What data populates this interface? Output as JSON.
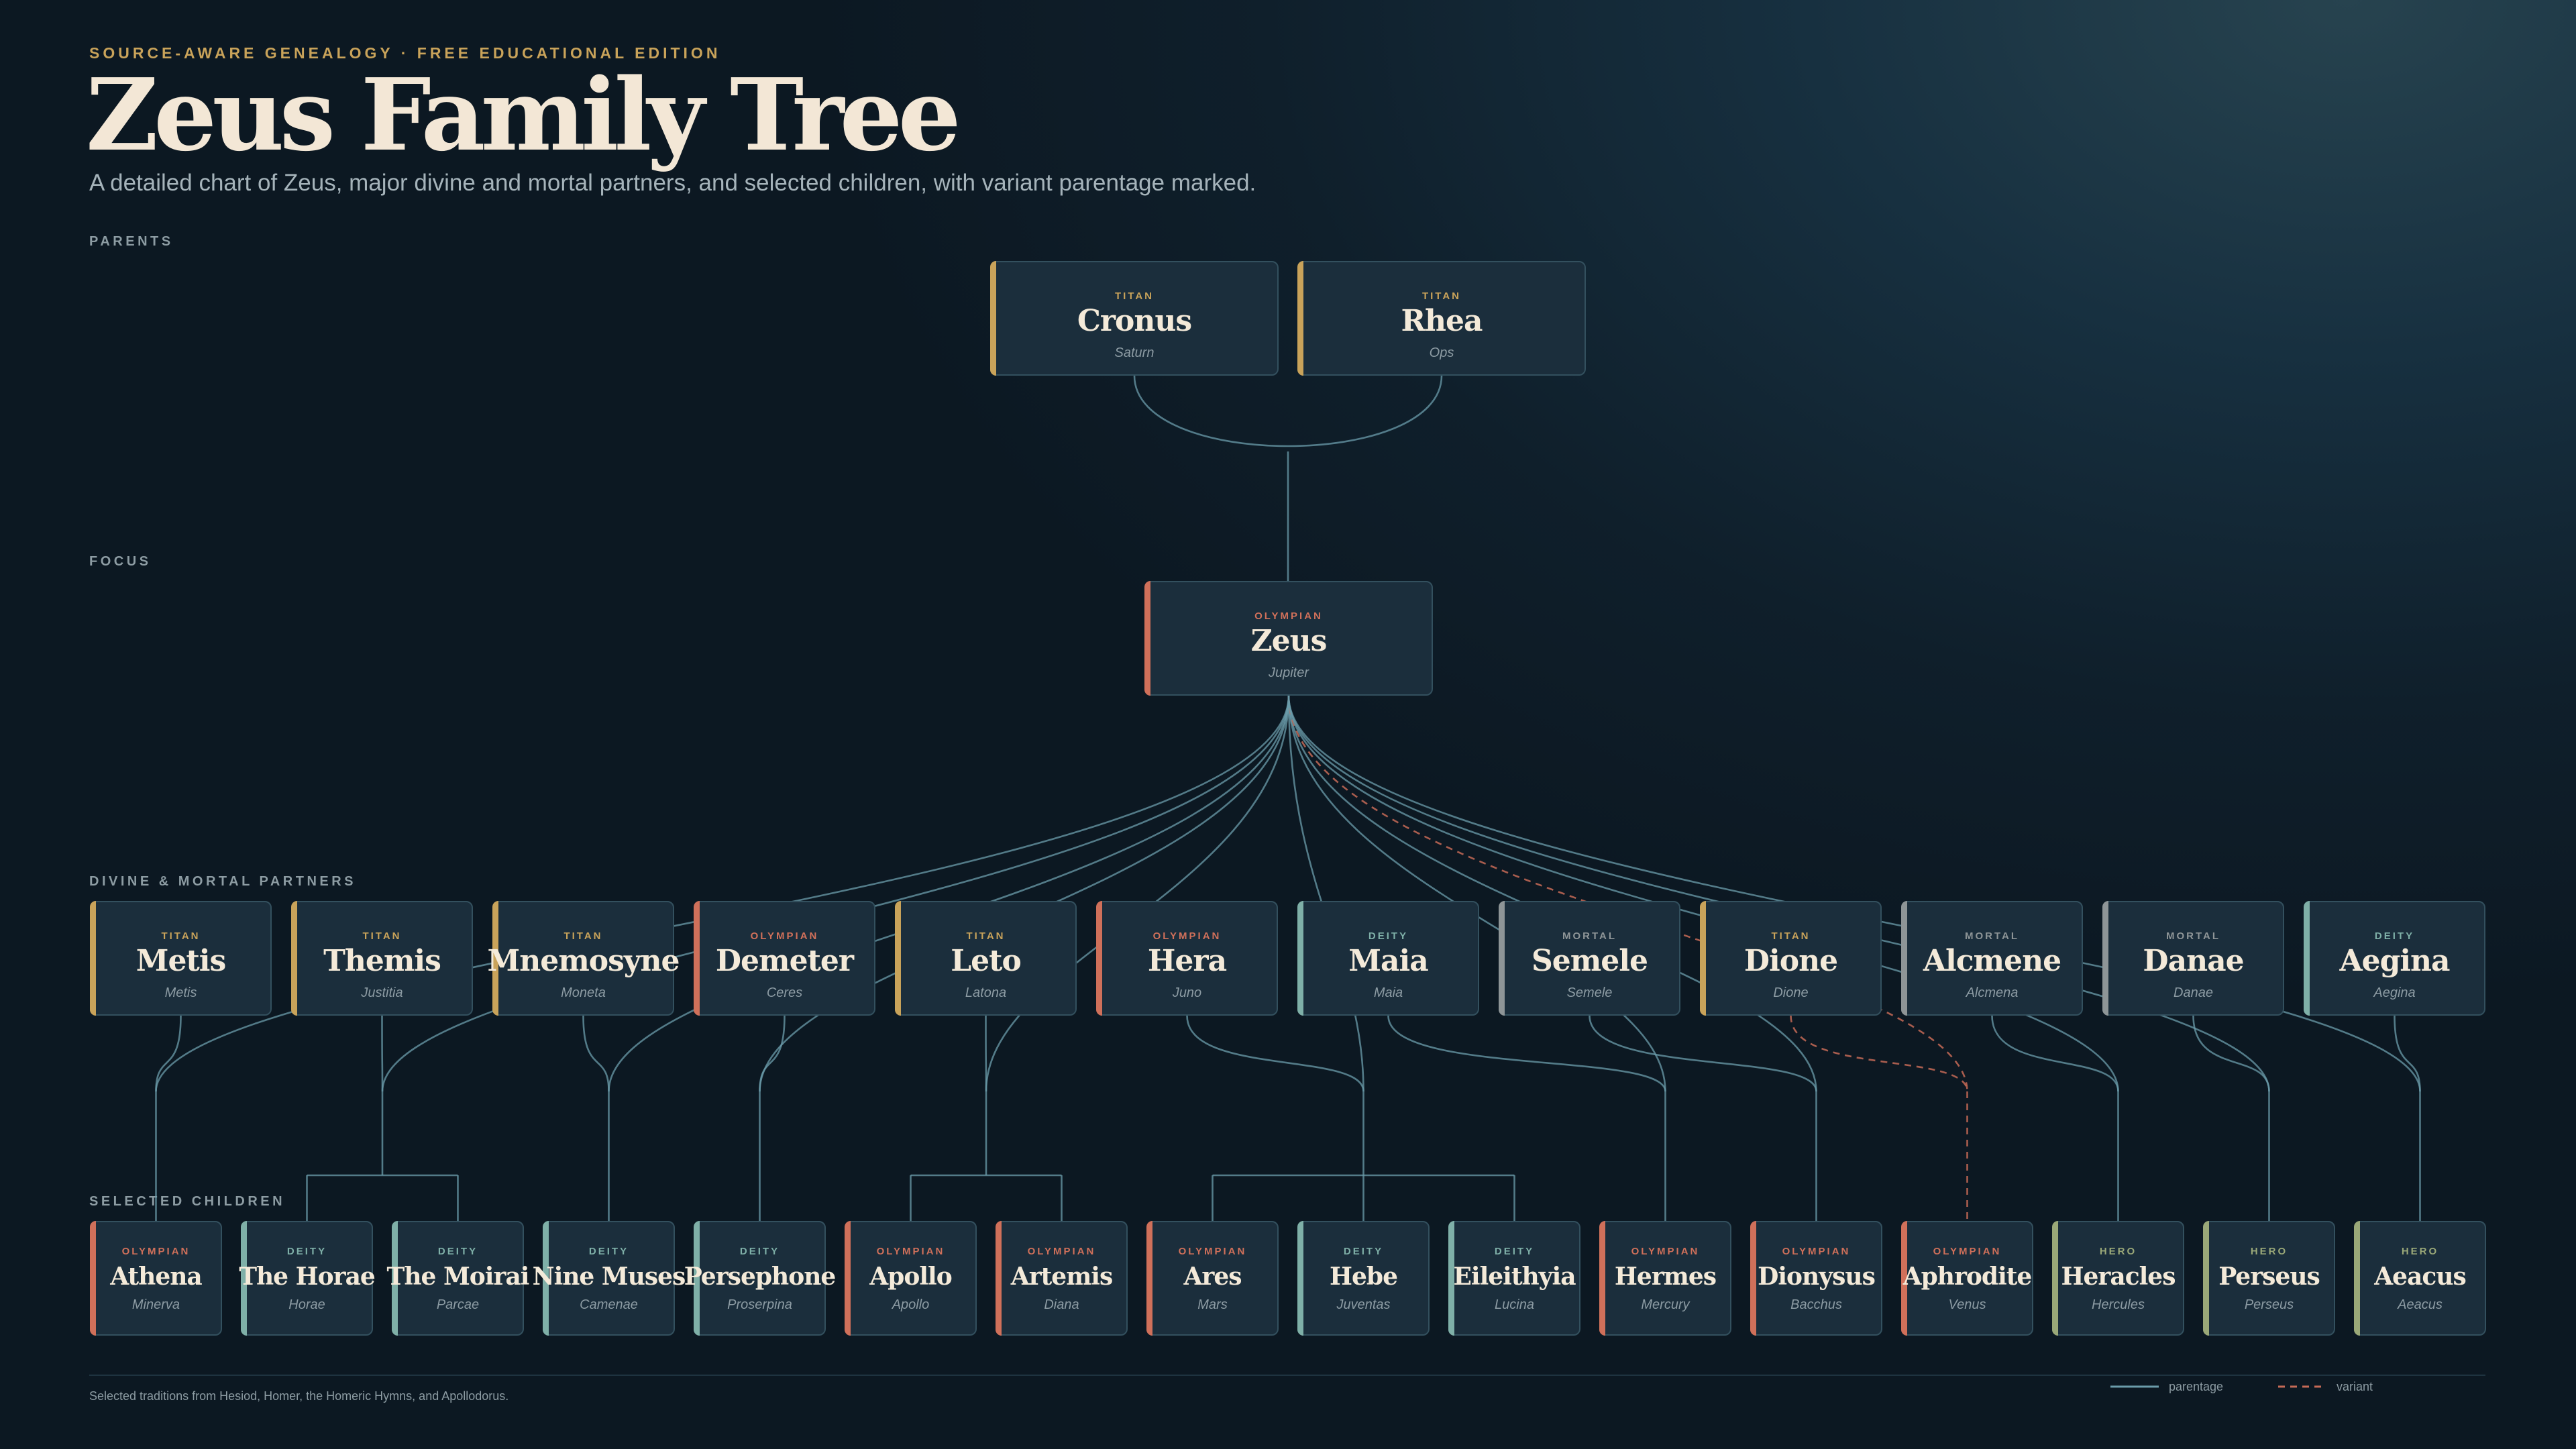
{
  "header": {
    "eyebrow": "SOURCE-AWARE GENEALOGY · FREE EDUCATIONAL EDITION",
    "title": "Zeus Family Tree",
    "subtitle": "A detailed chart of Zeus, major divine and mortal partners, and selected children, with variant parentage marked."
  },
  "sections": {
    "parents": "PARENTS",
    "focus": "FOCUS",
    "partners": "DIVINE & MORTAL PARTNERS",
    "children": "SELECTED CHILDREN"
  },
  "colors": {
    "titan": "#c9a35a",
    "olympian": "#d0705a",
    "deity": "#7fb0a8",
    "mortal": "#8e9597",
    "hero": "#9aa878",
    "edge": "#6b9cab",
    "variant": "#c66a56"
  },
  "parents": [
    {
      "id": "cronus",
      "kind": "TITAN",
      "name": "Cronus",
      "latin": "Saturn"
    },
    {
      "id": "rhea",
      "kind": "TITAN",
      "name": "Rhea",
      "latin": "Ops"
    }
  ],
  "focus": {
    "id": "zeus",
    "kind": "OLYMPIAN",
    "name": "Zeus",
    "latin": "Jupiter"
  },
  "partners": [
    {
      "id": "metis",
      "kind": "TITAN",
      "name": "Metis",
      "latin": "Metis"
    },
    {
      "id": "themis",
      "kind": "TITAN",
      "name": "Themis",
      "latin": "Justitia"
    },
    {
      "id": "mnemosyne",
      "kind": "TITAN",
      "name": "Mnemosyne",
      "latin": "Moneta"
    },
    {
      "id": "demeter",
      "kind": "OLYMPIAN",
      "name": "Demeter",
      "latin": "Ceres"
    },
    {
      "id": "leto",
      "kind": "TITAN",
      "name": "Leto",
      "latin": "Latona"
    },
    {
      "id": "hera",
      "kind": "OLYMPIAN",
      "name": "Hera",
      "latin": "Juno"
    },
    {
      "id": "maia",
      "kind": "DEITY",
      "name": "Maia",
      "latin": "Maia"
    },
    {
      "id": "semele",
      "kind": "MORTAL",
      "name": "Semele",
      "latin": "Semele"
    },
    {
      "id": "dione",
      "kind": "TITAN",
      "name": "Dione",
      "latin": "Dione"
    },
    {
      "id": "alcmene",
      "kind": "MORTAL",
      "name": "Alcmene",
      "latin": "Alcmena"
    },
    {
      "id": "danae",
      "kind": "MORTAL",
      "name": "Danae",
      "latin": "Danae"
    },
    {
      "id": "aegina",
      "kind": "DEITY",
      "name": "Aegina",
      "latin": "Aegina"
    }
  ],
  "children": [
    {
      "id": "athena",
      "kind": "OLYMPIAN",
      "name": "Athena",
      "latin": "Minerva",
      "mother": "metis"
    },
    {
      "id": "horae",
      "kind": "DEITY",
      "name": "The Horae",
      "latin": "Horae",
      "mother": "themis"
    },
    {
      "id": "moirai",
      "kind": "DEITY",
      "name": "The Moirai",
      "latin": "Parcae",
      "mother": "themis"
    },
    {
      "id": "muses",
      "kind": "DEITY",
      "name": "Nine Muses",
      "latin": "Camenae",
      "mother": "mnemosyne"
    },
    {
      "id": "persephone",
      "kind": "DEITY",
      "name": "Persephone",
      "latin": "Proserpina",
      "mother": "demeter"
    },
    {
      "id": "apollo",
      "kind": "OLYMPIAN",
      "name": "Apollo",
      "latin": "Apollo",
      "mother": "leto"
    },
    {
      "id": "artemis",
      "kind": "OLYMPIAN",
      "name": "Artemis",
      "latin": "Diana",
      "mother": "leto"
    },
    {
      "id": "ares",
      "kind": "OLYMPIAN",
      "name": "Ares",
      "latin": "Mars",
      "mother": "hera"
    },
    {
      "id": "hebe",
      "kind": "DEITY",
      "name": "Hebe",
      "latin": "Juventas",
      "mother": "hera"
    },
    {
      "id": "eileithyia",
      "kind": "DEITY",
      "name": "Eileithyia",
      "latin": "Lucina",
      "mother": "hera"
    },
    {
      "id": "hermes",
      "kind": "OLYMPIAN",
      "name": "Hermes",
      "latin": "Mercury",
      "mother": "maia"
    },
    {
      "id": "dionysus",
      "kind": "OLYMPIAN",
      "name": "Dionysus",
      "latin": "Bacchus",
      "mother": "semele"
    },
    {
      "id": "aphrodite",
      "kind": "OLYMPIAN",
      "name": "Aphrodite",
      "latin": "Venus",
      "mother": "dione",
      "variant": true
    },
    {
      "id": "heracles",
      "kind": "HERO",
      "name": "Heracles",
      "latin": "Hercules",
      "mother": "alcmene"
    },
    {
      "id": "perseus",
      "kind": "HERO",
      "name": "Perseus",
      "latin": "Perseus",
      "mother": "danae"
    },
    {
      "id": "aeacus",
      "kind": "HERO",
      "name": "Aeacus",
      "latin": "Aeacus",
      "mother": "aegina"
    }
  ],
  "footer": {
    "note": "Selected traditions from Hesiod, Homer, the Homeric Hymns, and Apollodorus.",
    "legend_parentage": "parentage",
    "legend_variant": "variant"
  }
}
